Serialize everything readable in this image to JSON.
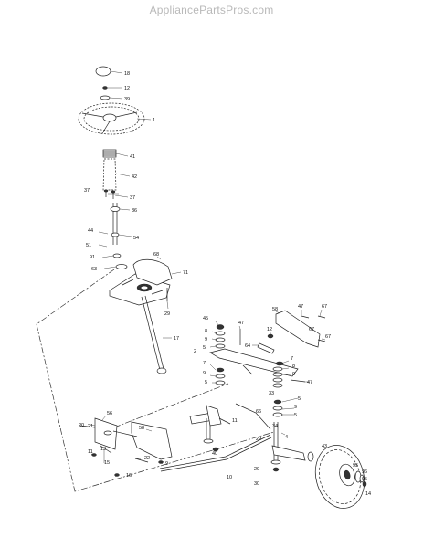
{
  "watermark": "AppliancePartsPros.com",
  "callouts": {
    "c1": "1",
    "c2": "2",
    "c4": "4",
    "c5": "5",
    "c7": "7",
    "c8": "8",
    "c9": "9",
    "c10": "10",
    "c11": "11",
    "c12": "12",
    "c13": "13",
    "c14": "14",
    "c15": "15",
    "c16": "16",
    "c17": "17",
    "c18": "18",
    "c19": "19",
    "c20": "20",
    "c21": "21",
    "c22": "22",
    "c29": "29",
    "c30": "30",
    "c33": "33",
    "c34": "34",
    "c36": "36",
    "c37": "37",
    "c39": "39",
    "c40": "40",
    "c41": "41",
    "c42": "42",
    "c43": "43",
    "c44": "44",
    "c45": "45",
    "c47": "47",
    "c51": "51",
    "c54": "54",
    "c56": "56",
    "c58": "58",
    "c63": "63",
    "c64": "64",
    "c66": "66",
    "c67": "67",
    "c68": "68",
    "c71": "71",
    "c91": "91",
    "c95": "95",
    "c96": "96"
  }
}
